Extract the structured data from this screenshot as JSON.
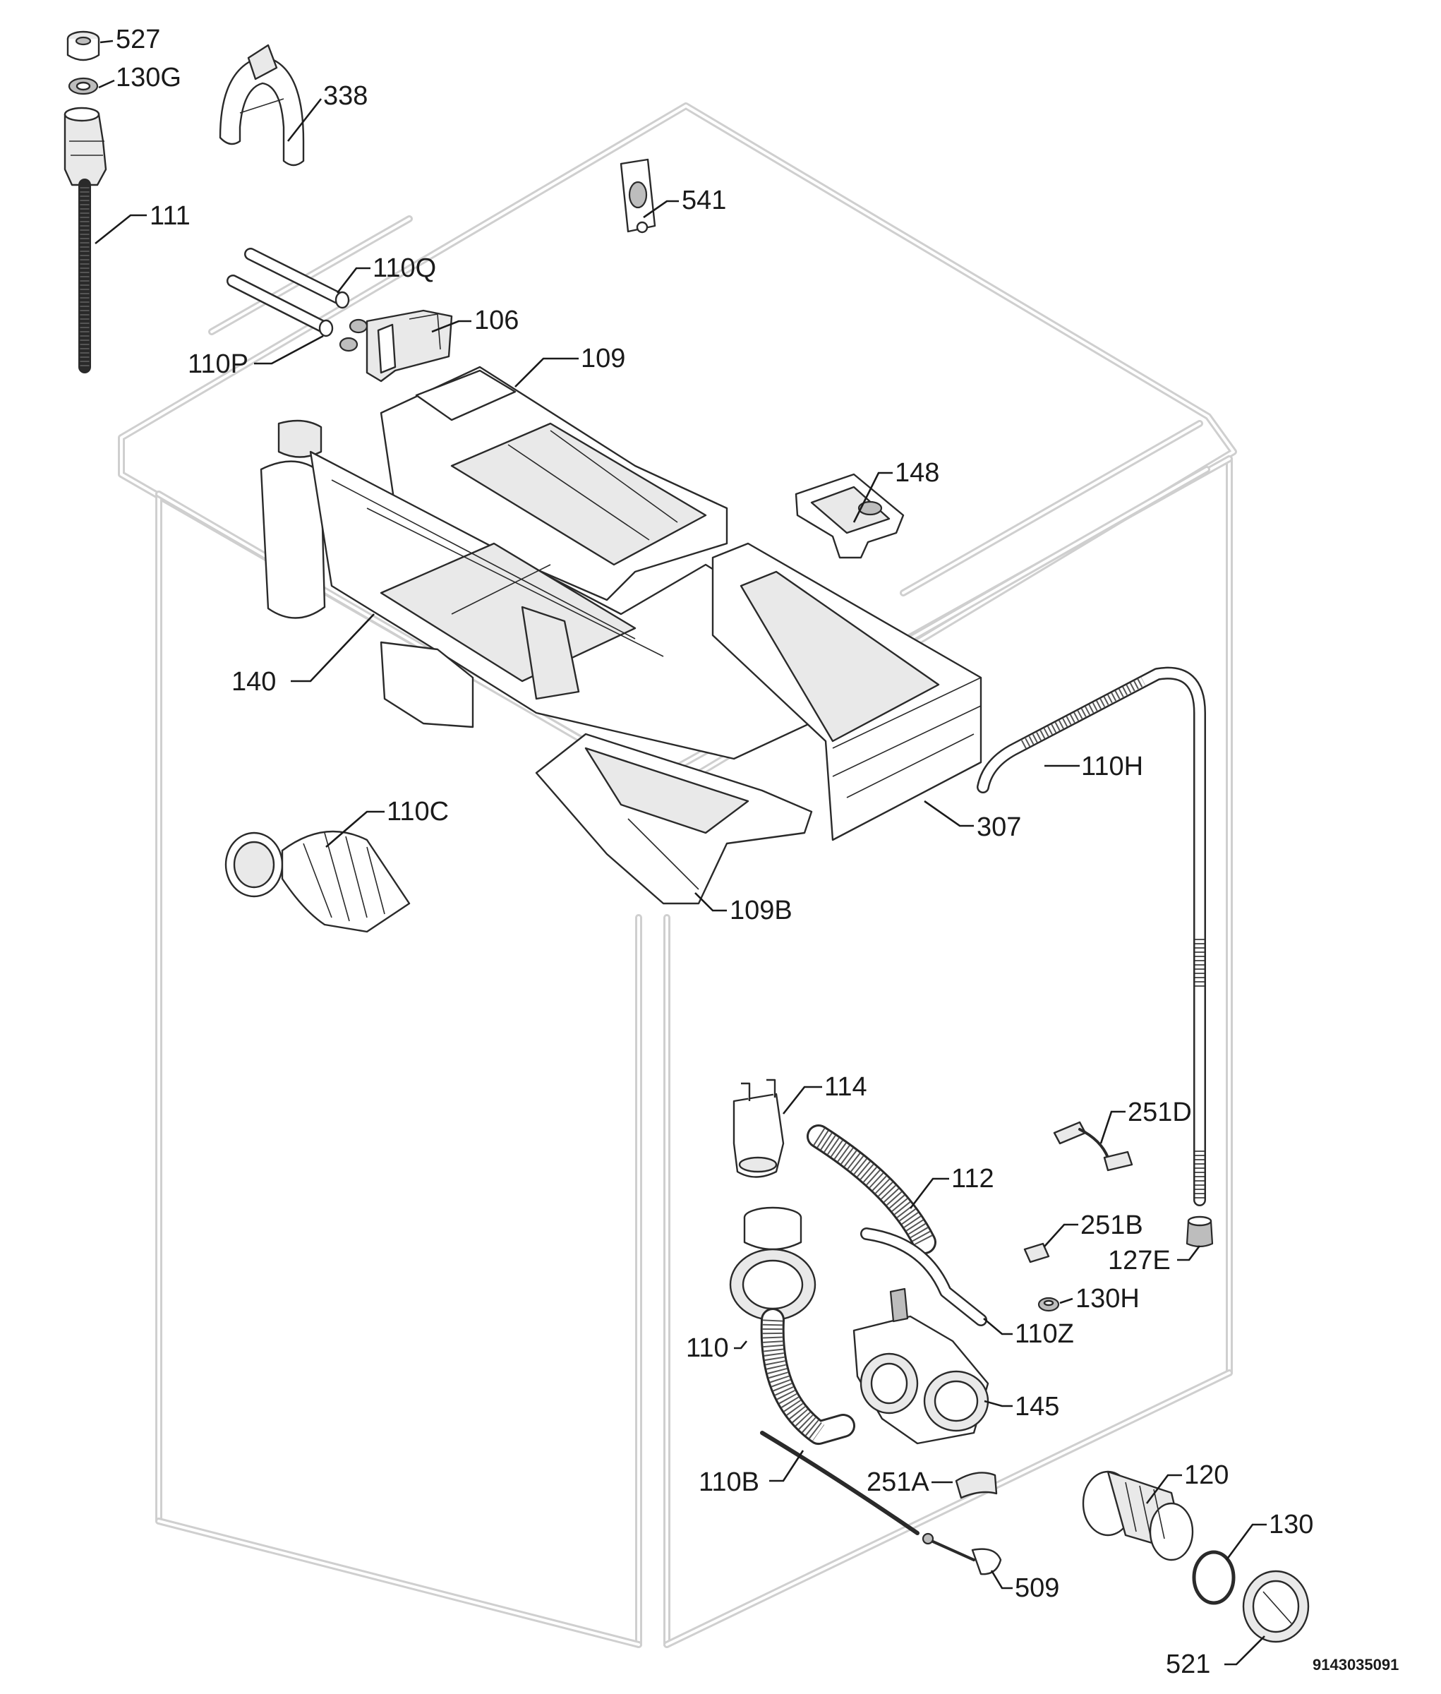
{
  "labels": [
    {
      "id": "l527",
      "text": "527"
    },
    {
      "id": "l130G",
      "text": "130G"
    },
    {
      "id": "l338",
      "text": "338"
    },
    {
      "id": "l111",
      "text": "111"
    },
    {
      "id": "l541",
      "text": "541"
    },
    {
      "id": "l110Q",
      "text": "110Q"
    },
    {
      "id": "l106",
      "text": "106"
    },
    {
      "id": "l110P",
      "text": "110P"
    },
    {
      "id": "l109",
      "text": "109"
    },
    {
      "id": "l148",
      "text": "148"
    },
    {
      "id": "l140",
      "text": "140"
    },
    {
      "id": "l110H",
      "text": "110H"
    },
    {
      "id": "l110C",
      "text": "110C"
    },
    {
      "id": "l307",
      "text": "307"
    },
    {
      "id": "l109B",
      "text": "109B"
    },
    {
      "id": "l114",
      "text": "114"
    },
    {
      "id": "l251D",
      "text": "251D"
    },
    {
      "id": "l112",
      "text": "112"
    },
    {
      "id": "l251B",
      "text": "251B"
    },
    {
      "id": "l127E",
      "text": "127E"
    },
    {
      "id": "l130H",
      "text": "130H"
    },
    {
      "id": "l110",
      "text": "110"
    },
    {
      "id": "l110Z",
      "text": "110Z"
    },
    {
      "id": "l145",
      "text": "145"
    },
    {
      "id": "l251A",
      "text": "251A"
    },
    {
      "id": "l110B",
      "text": "110B"
    },
    {
      "id": "l120",
      "text": "120"
    },
    {
      "id": "l130",
      "text": "130"
    },
    {
      "id": "l509",
      "text": "509"
    },
    {
      "id": "l521",
      "text": "521"
    }
  ],
  "document_number": "9143035091"
}
